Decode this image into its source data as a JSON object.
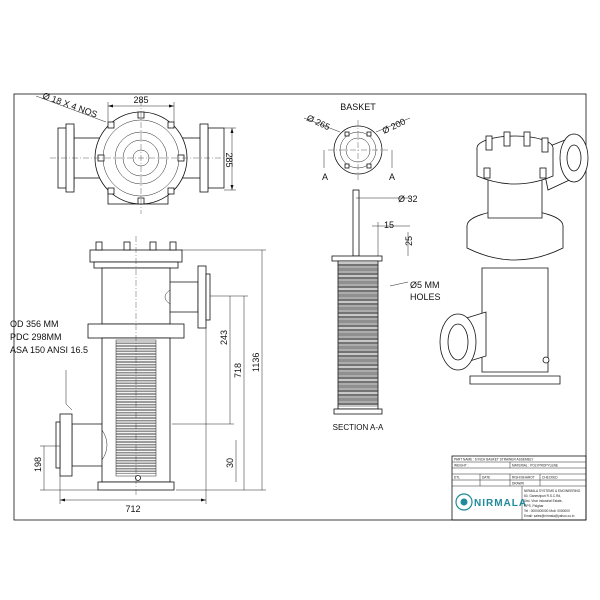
{
  "views": {
    "top": {
      "bolt_spec": "Ø 18 X 4 NOS",
      "width": "285",
      "height": "285"
    },
    "basket": {
      "title": "BASKET",
      "outer_dia": "Ø 265",
      "inner_dia": "Ø 200",
      "section_mark_left": "A",
      "section_mark_right": "A"
    },
    "section": {
      "rod_dia": "Ø 32",
      "offset": "15",
      "angle_dim": "25",
      "holes": "Ø5 MM",
      "holes_2": "HOLES",
      "title": "SECTION A-A"
    },
    "front": {
      "note_1": "OD 356 MM",
      "note_2": "PDC 298MM",
      "note_3": "ASA 150 ANSI 16.5",
      "dim_243": "243",
      "dim_718": "718",
      "dim_1136": "1136",
      "dim_30": "30",
      "dim_198": "198",
      "dim_712": "712"
    }
  },
  "title_block": {
    "part_name": "PART NAME : 6 INCH BASKET STRAINER ASSEMBLY",
    "weight": "WEIGHT :",
    "material": "MATERIAL : POLYPROPYLENE",
    "dtl": "DTL",
    "date": "DATE",
    "draw": "DRAWN",
    "drawn_by": "RISHI BHAROT",
    "checked": "CHECKED",
    "company": "NIRMALA",
    "company_line_1": "NIRMALA SYSTEMS & ENGINEERING",
    "company_line_2": "60, Ganeshpuri R.S.C.Rd,",
    "company_line_3": "Dist. Virar Industrial Estate,",
    "company_line_4": "GPS, Palghar",
    "company_line_5": "Tel : 0000000000 Mob: 0000000",
    "company_line_6": "Email: sales@nirmala@yahoo.co.in"
  },
  "colors": {
    "brand": "#1e8a9a",
    "line": "#111111"
  }
}
